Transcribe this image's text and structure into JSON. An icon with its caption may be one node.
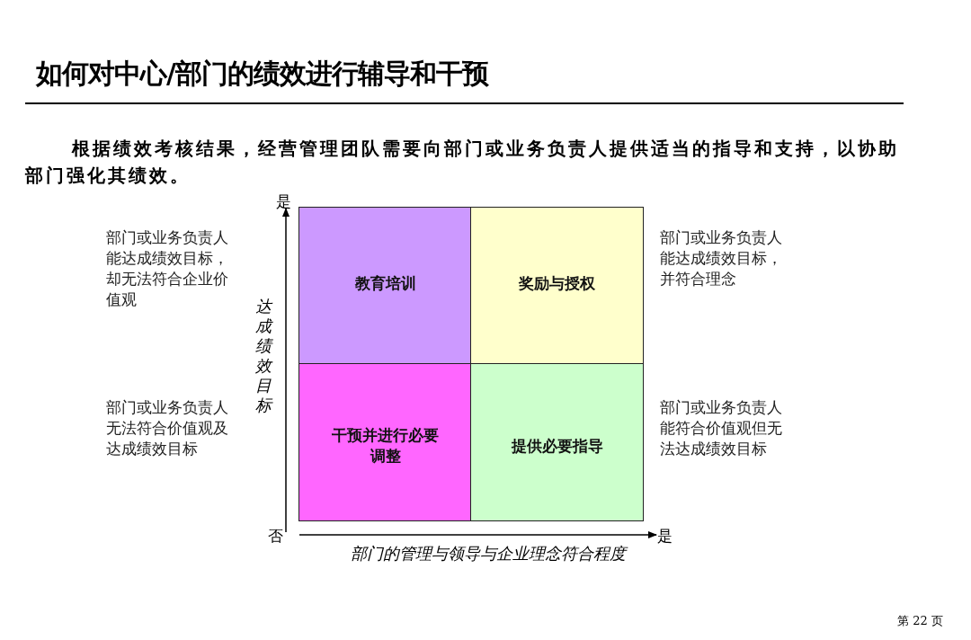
{
  "diagram": {
    "title": "如何对中心/部门的绩效进行辅导和干预",
    "nodes": [
      {
        "text": [
          "教育培训"
        ]
      },
      {
        "text": [
          "奖励与授权"
        ]
      },
      {
        "text": [
          "干预并进行必要调整"
        ]
      },
      {
        "text": [
          "提供必要指导"
        ]
      }
    ],
    "edges": [],
    "labels": [
      "根据绩效考核结果，经营管理团队需要向部门或业务负责人提供适当的指导和支持，以协助部门强化其绩效。",
      "是",
      "部门或业务负责人能达成绩效目标，却无法符合企业价值观",
      "部门或业务负责人能达成绩效目标，并符合理念",
      "达成绩效目标",
      "部门或业务负责人无法符合价值观及达成绩效目标",
      "部门或业务负责人能符合价值观但无法达成绩效目标",
      "否",
      "是",
      "部门的管理与领导与企业理念符合程度",
      "第 22 页"
    ]
  }
}
